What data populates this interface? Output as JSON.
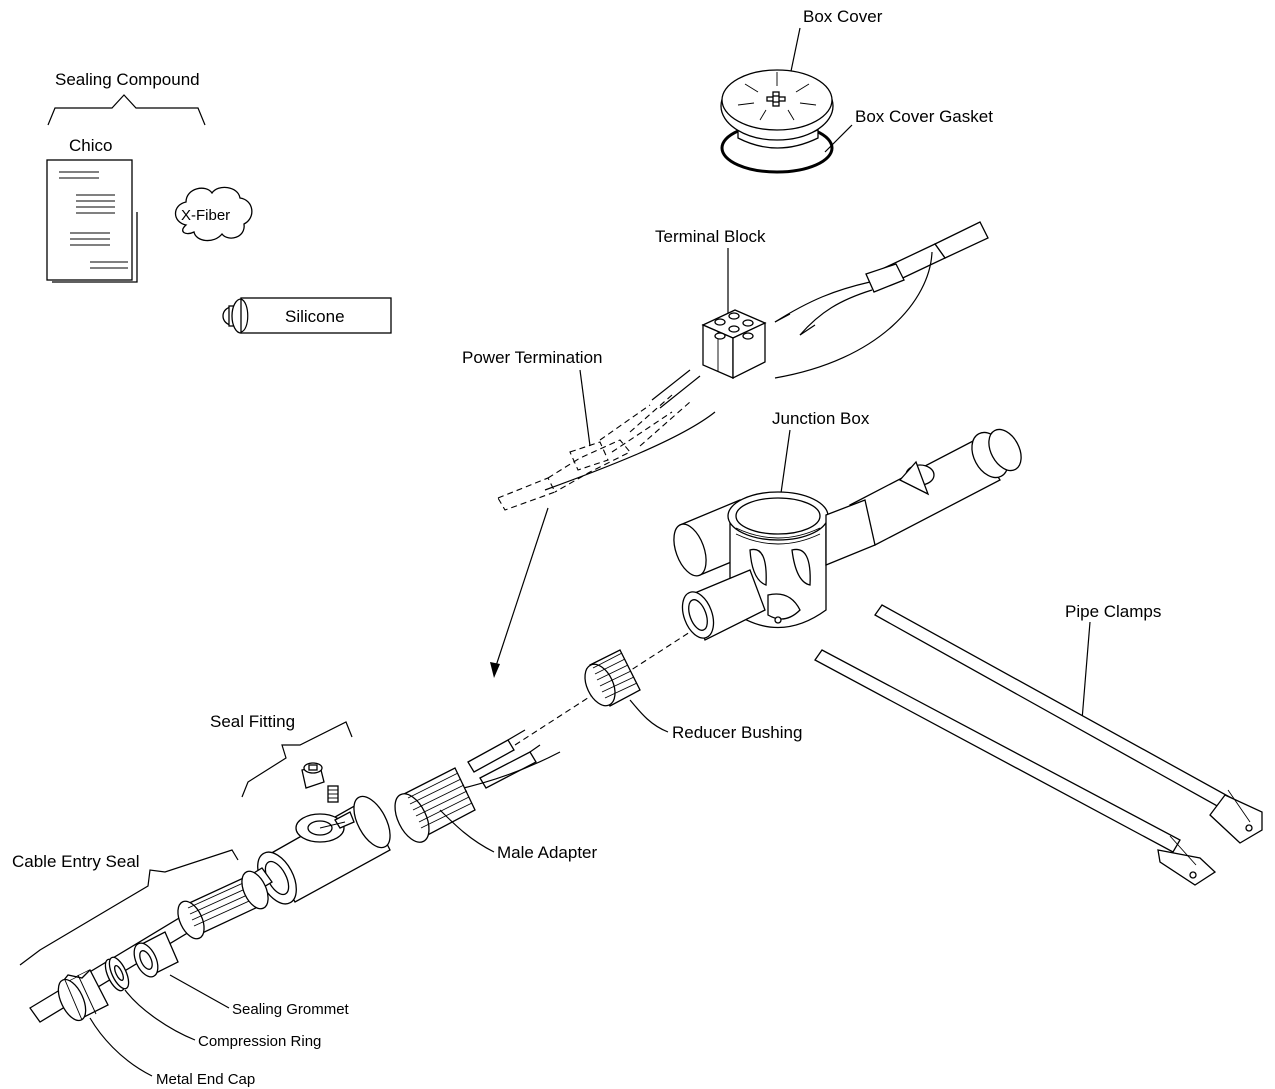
{
  "labels": {
    "sealing_compound": "Sealing Compound",
    "chico": "Chico",
    "x_fiber": "X-Fiber",
    "silicone": "Silicone",
    "box_cover": "Box Cover",
    "box_cover_gasket": "Box Cover Gasket",
    "terminal_block": "Terminal Block",
    "power_termination": "Power Termination",
    "junction_box": "Junction Box",
    "pipe_clamps": "Pipe Clamps",
    "reducer_bushing": "Reducer Bushing",
    "seal_fitting": "Seal Fitting",
    "male_adapter": "Male Adapter",
    "cable_entry_seal": "Cable Entry Seal",
    "sealing_grommet": "Sealing Grommet",
    "compression_ring": "Compression Ring",
    "metal_end_cap": "Metal End Cap"
  }
}
